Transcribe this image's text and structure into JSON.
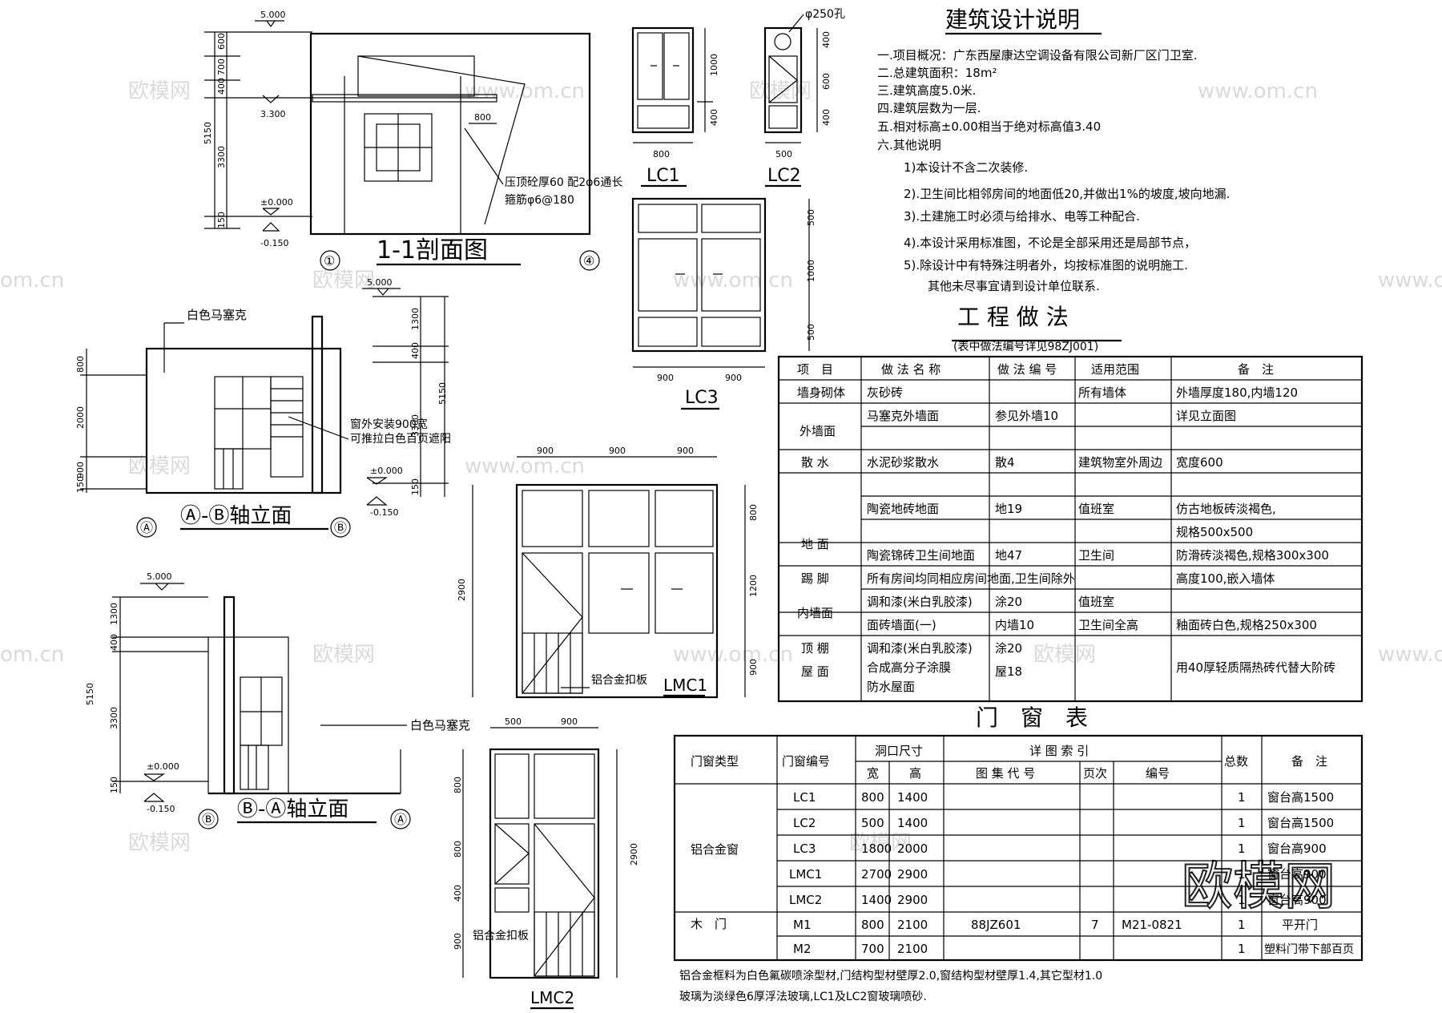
{
  "drawings": {
    "section": {
      "title": "1-1剖面图",
      "axis_left": "①",
      "axis_right": "④",
      "elev_top": "5.000",
      "elev_mid": "3.300",
      "elev_zero": "±0.000",
      "elev_base": "-0.150",
      "dims": [
        "600",
        "700",
        "400",
        "3300",
        "150"
      ],
      "total": "5150",
      "w800": "800",
      "note1": "压顶砼厚60 配2φ6通长",
      "note2": "箍筋φ6@180"
    },
    "elev_ab": {
      "title": "Ⓐ-Ⓑ轴立面",
      "axis_left": "Ⓐ",
      "axis_right": "Ⓑ",
      "mosaic": "白色马塞克",
      "note1": "窗外安装900宽",
      "note2": "可推拉白色百页遮阳",
      "elev_top": "5.000",
      "elev_zero": "±0.000",
      "elev_base": "-0.150",
      "left_dims": [
        "800",
        "2000",
        "900",
        "150"
      ],
      "right_dims": [
        "1300",
        "400",
        "3300",
        "150"
      ],
      "total": "5150"
    },
    "elev_ba": {
      "title": "Ⓑ-Ⓐ轴立面",
      "axis_left": "Ⓑ",
      "axis_right": "Ⓐ",
      "mosaic": "白色马塞克",
      "elev_top": "5.000",
      "elev_zero": "±0.000",
      "elev_base": "-0.150",
      "dims": [
        "1300",
        "400",
        "3300",
        "150"
      ],
      "total": "5150"
    },
    "lc1": {
      "label": "LC1",
      "w": "800",
      "dims": [
        "1000",
        "400"
      ]
    },
    "lc2": {
      "label": "LC2",
      "w": "500",
      "hole": "φ250孔",
      "dims": [
        "400",
        "600",
        "400"
      ]
    },
    "lc3": {
      "label": "LC3",
      "w1": "900",
      "w2": "900",
      "dims": [
        "500",
        "1000",
        "500"
      ]
    },
    "lmc1": {
      "label": "LMC1",
      "widths": [
        "900",
        "900",
        "900"
      ],
      "dims": [
        "800",
        "1200",
        "900"
      ],
      "total": "2900",
      "plate": "铝合金扣板"
    },
    "lmc2": {
      "label": "LMC2",
      "widths": [
        "500",
        "900"
      ],
      "dims": [
        "800",
        "800",
        "400",
        "900"
      ],
      "total": "2900",
      "plate": "铝合金扣板"
    }
  },
  "design_notes": {
    "title": "建筑设计说明",
    "items": [
      "一.项目概况：广东西屋康达空调设备有限公司新厂区门卫室.",
      "二.总建筑面积：18m²",
      "三.建筑高度5.0米.",
      "四.建筑层数为一层.",
      "五.相对标高±0.00相当于绝对标高值3.40",
      "六.其他说明",
      "1)本设计不含二次装修.",
      "2).卫生间比相邻房间的地面低20,并做出1%的坡度,坡向地漏.",
      "3).土建施工时必须与给排水、电等工种配合.",
      "4).本设计采用标准图，不论是全部采用还是局部节点，",
      "5).除设计中有特殊注明者外，均按标准图的说明施工.",
      "其他未尽事宜请到设计单位联系."
    ]
  },
  "works": {
    "title": "工 程 做 法",
    "subtitle": "(表中做法编号详见98ZJ001)",
    "headers": [
      "项　目",
      "做 法 名 称",
      "做 法 编 号",
      "适用范围",
      "备　注"
    ],
    "rows": [
      [
        "墙身砌体",
        "灰砂砖",
        "",
        "所有墙体",
        "外墙厚度180,内墙120"
      ],
      [
        "",
        "马塞克外墙面",
        "参见外墙10",
        "",
        "详见立面图"
      ],
      [
        "外墙面",
        "",
        "",
        "",
        ""
      ],
      [
        "散 水",
        "水泥砂浆散水",
        "散4",
        "建筑物室外周边",
        "宽度600"
      ],
      [
        "",
        "",
        "",
        "",
        ""
      ],
      [
        "",
        "陶瓷地砖地面",
        "地19",
        "值班室",
        "仿古地板砖淡褐色,"
      ],
      [
        "地 面",
        "",
        "",
        "",
        "规格500x500"
      ],
      [
        "",
        "陶瓷锦砖卫生间地面",
        "地47",
        "卫生间",
        "防滑砖淡褐色,规格300x300"
      ],
      [
        "踢 脚",
        "所有房间均同相应房间地面,卫生间除外",
        "",
        "",
        "高度100,嵌入墙体"
      ],
      [
        "内墙面",
        "调和漆(米白乳胶漆)",
        "涂20",
        "值班室",
        ""
      ],
      [
        "",
        "面砖墙面(一)",
        "内墙10",
        "卫生间全高",
        "釉面砖白色,规格250x300"
      ],
      [
        "顶 棚",
        "调和漆(米白乳胶漆)",
        "涂20",
        "",
        ""
      ],
      [
        "屋 面",
        "合成高分子涂膜",
        "屋18",
        "",
        "用40厚轻质隔热砖代替大阶砖"
      ],
      [
        "",
        "防水屋面",
        "",
        "",
        ""
      ]
    ]
  },
  "door_window": {
    "title": "门　窗　表",
    "headers": {
      "type": "门窗类型",
      "code": "门窗编号",
      "size": "洞口尺寸",
      "w": "宽",
      "h": "高",
      "ref": "详 图 索 引",
      "atlas": "图 集 代 号",
      "page": "页次",
      "num": "编号",
      "total": "总数",
      "remark": "备　注"
    },
    "groups": [
      {
        "type": "铝合金窗",
        "rows": [
          [
            "LC1",
            "800",
            "1400",
            "",
            "",
            "",
            "1",
            "窗台高1500"
          ],
          [
            "LC2",
            "500",
            "1400",
            "",
            "",
            "",
            "1",
            "窗台高1500"
          ],
          [
            "LC3",
            "1800",
            "2000",
            "",
            "",
            "",
            "1",
            "窗台高900"
          ],
          [
            "LMC1",
            "2700",
            "2900",
            "",
            "",
            "",
            "1",
            "窗台高900"
          ],
          [
            "LMC2",
            "1400",
            "2900",
            "",
            "",
            "",
            "1",
            "窗台高900"
          ]
        ]
      },
      {
        "type": "木　门",
        "rows": [
          [
            "M1",
            "800",
            "2100",
            "88JZ601",
            "7",
            "M21-0821",
            "1",
            "平开门"
          ],
          [
            "M2",
            "700",
            "2100",
            "",
            "",
            "",
            "1",
            "塑料门带下部百页"
          ]
        ]
      }
    ],
    "foot1": "铝合金框料为白色氟碳喷涂型材,门结构型材壁厚2.0,窗结构型材壁厚1.4,其它型材1.0",
    "foot2": "玻璃为淡绿色6厚浮法玻璃,LC1及LC2窗玻璃喷砂."
  },
  "watermarks": {
    "logo": "欧模网",
    "url": "www.om.cn",
    "url_short": "om.cn"
  }
}
